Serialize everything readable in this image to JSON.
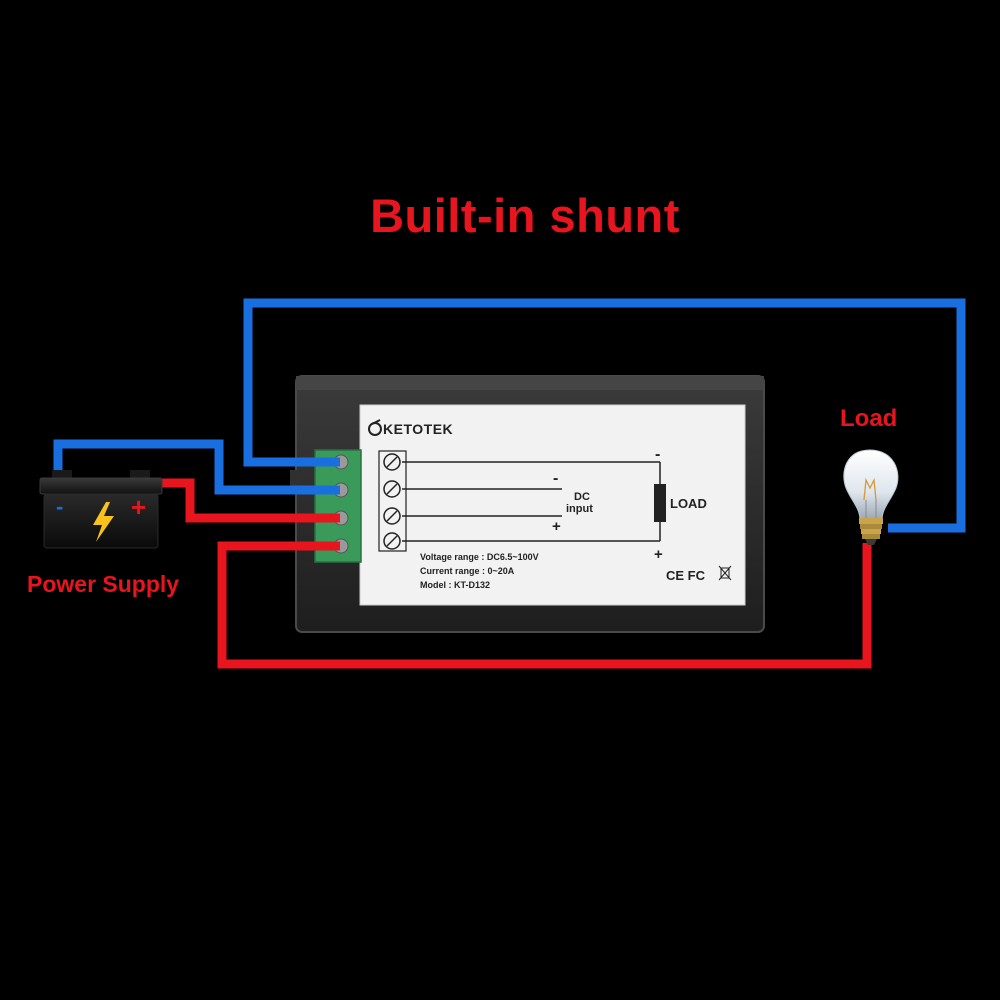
{
  "title": "Built-in shunt",
  "power_supply": {
    "label": "Power Supply",
    "minus_sign": "-",
    "plus_sign": "+",
    "icon": "battery-icon"
  },
  "load": {
    "label": "Load",
    "icon": "light-bulb-icon"
  },
  "meter": {
    "brand": "KETOTEK",
    "dc_label_line1": "DC",
    "dc_label_line2": "input",
    "dc_minus": "-",
    "dc_plus": "+",
    "load_label": "LOAD",
    "load_minus": "-",
    "load_plus": "+",
    "voltage_range": "Voltage range : DC6.5~100V",
    "current_range": "Current  range : 0~20A",
    "model": "Model : KT-D132",
    "cert_marks": "CE FC"
  },
  "colors": {
    "background": "#000000",
    "title_red": "#e8141e",
    "wire_blue": "#1a6fe0",
    "wire_red": "#e8141e",
    "terminal_green": "#3a9a5a",
    "meter_body": "#2a2a2a",
    "label_panel": "#f2f2f2"
  }
}
